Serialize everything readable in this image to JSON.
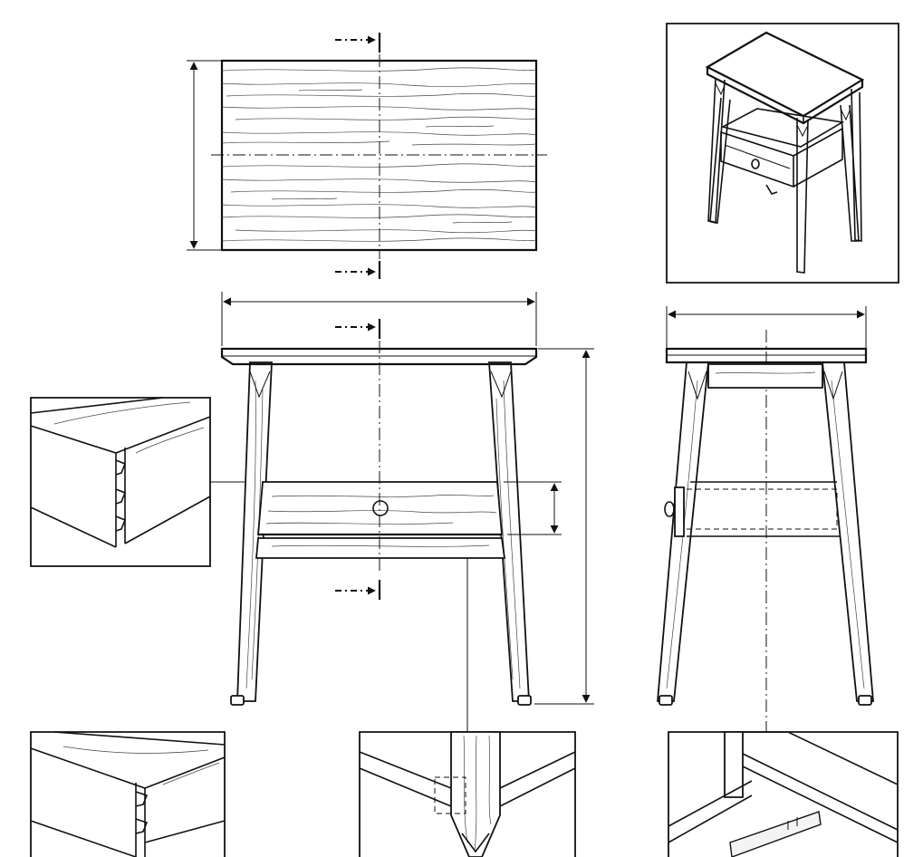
{
  "drawing": {
    "views": [
      {
        "id": "top-view"
      },
      {
        "id": "front-view"
      },
      {
        "id": "side-view"
      },
      {
        "id": "isometric-view"
      }
    ],
    "details": [
      {
        "id": "detail-drawer-dovetail-left"
      },
      {
        "id": "detail-drawer-dovetail-bottom"
      },
      {
        "id": "detail-leg-mortise-tenon"
      },
      {
        "id": "detail-drawer-runner"
      }
    ],
    "section_marks": 4,
    "dimension_lines": 6,
    "colors": {
      "ink": "#111111",
      "paper": "#ffffff",
      "grain": "#444444"
    }
  }
}
